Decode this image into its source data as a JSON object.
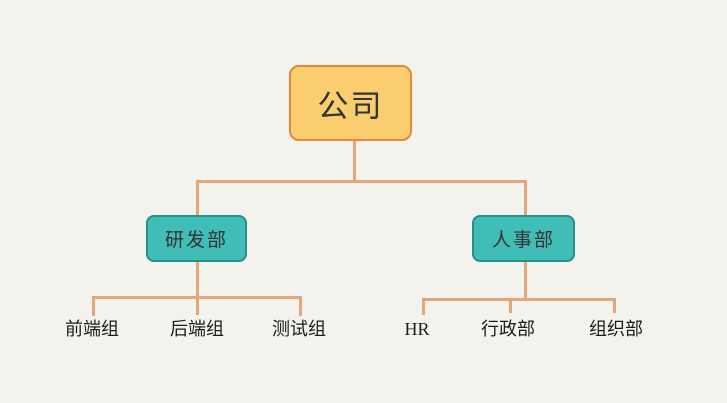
{
  "diagram": {
    "type": "org-chart-tree",
    "colors": {
      "background": "#F4F2EC",
      "root_fill": "#FACD6E",
      "root_border": "#E0883C",
      "dept_fill": "#3FBDB6",
      "dept_border": "#259189",
      "connector": "#E3A57A",
      "node_text": "#333333",
      "leaf_text": "#1C1C1C"
    }
  },
  "tree": {
    "root": {
      "label": "公司",
      "children": [
        {
          "label": "研发部",
          "children": [
            {
              "label": "前端组"
            },
            {
              "label": "后端组"
            },
            {
              "label": "测试组"
            }
          ]
        },
        {
          "label": "人事部",
          "children": [
            {
              "label": "HR"
            },
            {
              "label": "行政部"
            },
            {
              "label": "组织部"
            }
          ]
        }
      ]
    }
  }
}
